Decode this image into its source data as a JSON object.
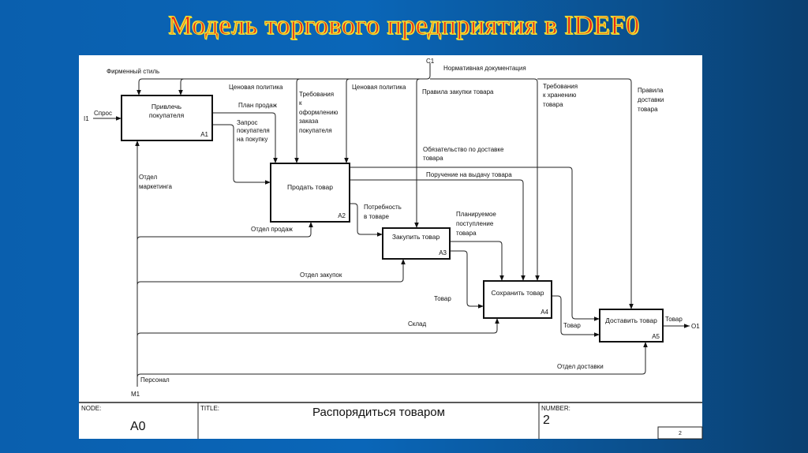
{
  "slide_title": "Модель торгового предприятия в IDEF0",
  "boxes": [
    {
      "id": "A1",
      "lines": [
        "Привлечь",
        "покупателя"
      ]
    },
    {
      "id": "A2",
      "lines": [
        "Продать товар"
      ]
    },
    {
      "id": "A3",
      "lines": [
        "Закупить товар"
      ]
    },
    {
      "id": "A4",
      "lines": [
        "Сохранить товар"
      ]
    },
    {
      "id": "A5",
      "lines": [
        "Доставить товар"
      ]
    }
  ],
  "tunnels": {
    "input": "I1",
    "control": "C1",
    "output": "O1",
    "mechanism": "M1"
  },
  "labels": {
    "spros": "Спрос",
    "firm_style": "Фирменный стиль",
    "price_policy_1": "Ценовая политика",
    "price_policy_2": "Ценовая политика",
    "norm_docs": "Нормативная документация",
    "sales_plan": "План продаж",
    "customer_request": [
      "Запрос",
      "покупателя",
      "на покупку"
    ],
    "order_requirements": [
      "Требования",
      "к",
      "оформлению",
      "заказа",
      "покупателя"
    ],
    "purchase_rules": "Правила закупки товара",
    "storage_requirements": [
      "Требования",
      "к хранению",
      "товара"
    ],
    "delivery_rules": [
      "Правила",
      "доставки",
      "товара"
    ],
    "delivery_obligation": [
      "Обязательство по доставке",
      "товара"
    ],
    "issue_order": "Поручение на выдачу товара",
    "goods_need": [
      "Потребность",
      "в товаре"
    ],
    "planned_receipt": [
      "Планируемое",
      "поступление",
      "товара"
    ],
    "goods_1": "Товар",
    "goods_2": "Товар",
    "goods_out": "Товар",
    "marketing": [
      "Отдел",
      "маркетинга"
    ],
    "sales_dept": "Отдел продаж",
    "purchase_dept": "Отдел закупок",
    "warehouse": "Склад",
    "delivery_dept": "Отдел доставки",
    "personnel": "Персонал"
  },
  "title_block": {
    "node_label": "NODE:",
    "node_value": "A0",
    "title_label": "TITLE:",
    "title_value": "Распорядиться товаром",
    "number_label": "NUMBER:",
    "number_value": "2",
    "page": "2"
  }
}
